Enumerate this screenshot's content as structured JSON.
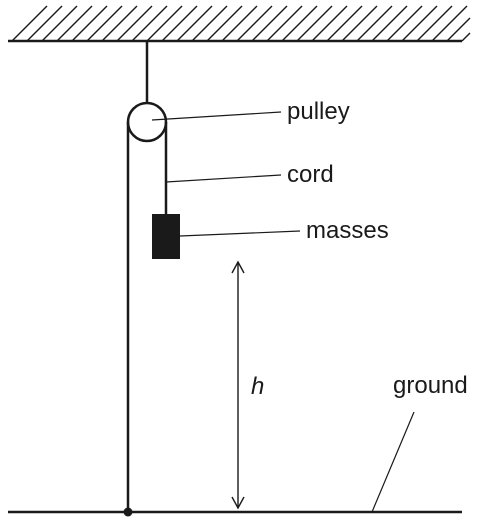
{
  "labels": {
    "pulley": "pulley",
    "cord": "cord",
    "masses": "masses",
    "height": "h",
    "ground": "ground"
  },
  "colors": {
    "line": "#1a1a1a",
    "mass": "#1a1a1a",
    "background": "#ffffff"
  }
}
